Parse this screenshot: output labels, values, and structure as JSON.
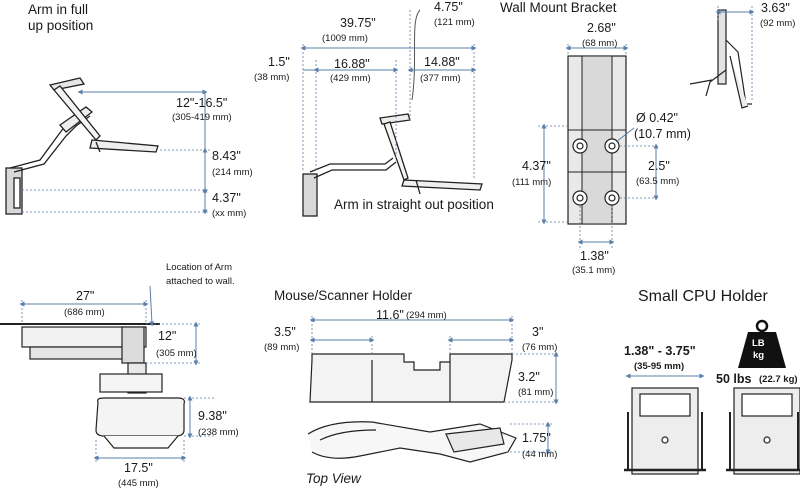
{
  "arm_up": {
    "title_line1": "Arm in full",
    "title_line2": "up position",
    "dim_reach": "12\"-16.5\"",
    "dim_reach_mm": "(305-419 mm)",
    "dim_height": "8.43\"",
    "dim_height_mm": "(214 mm)",
    "dim_base": "4.37\"",
    "dim_base_mm": "(xx mm)"
  },
  "arm_straight": {
    "caption": "Arm in straight out position",
    "dim_total": "39.75\"",
    "dim_total_mm": "(1009 mm)",
    "dim_offset": "1.5\"",
    "dim_offset_mm": "(38 mm)",
    "dim_first": "16.88\"",
    "dim_first_mm": "(429 mm)",
    "dim_top": "4.75\"",
    "dim_top_mm": "(121 mm)",
    "dim_second": "14.88\"",
    "dim_second_mm": "(377 mm)"
  },
  "wall_bracket": {
    "title": "Wall Mount Bracket",
    "dim_width": "2.68\"",
    "dim_width_mm": "(68 mm)",
    "dim_hole": "Ø 0.42\"",
    "dim_hole_mm": "(10.7 mm)",
    "dim_height": "4.37\"",
    "dim_height_mm": "(111 mm)",
    "dim_vspacing": "2.5\"",
    "dim_vspacing_mm": "(63.5 mm)",
    "dim_hspacing": "1.38\"",
    "dim_hspacing_mm": "(35.1 mm)"
  },
  "side_view": {
    "dim_depth": "3.63\"",
    "dim_depth_mm": "(92 mm)"
  },
  "top_view": {
    "note_line1": "Location of Arm",
    "note_line2": "attached to wall.",
    "dim_arm": "27\"",
    "dim_arm_mm": "(686 mm)",
    "dim_depth": "12\"",
    "dim_depth_mm": "(305 mm)",
    "dim_tray_depth": "9.38\"",
    "dim_tray_depth_mm": "(238 mm)",
    "dim_tray_width": "17.5\"",
    "dim_tray_width_mm": "(445 mm)"
  },
  "scanner_holder": {
    "title": "Mouse/Scanner Holder",
    "dim_total": "11.6\"",
    "dim_total_mm": "(294 mm)",
    "dim_left": "3.5\"",
    "dim_left_mm": "(89 mm)",
    "dim_right": "3\"",
    "dim_right_mm": "(76 mm)",
    "dim_height": "3.2\"",
    "dim_height_mm": "(81 mm)",
    "dim_depth": "1.75\"",
    "dim_depth_mm": "(44 mm)",
    "caption": "Top View"
  },
  "cpu_holder": {
    "title": "Small CPU Holder",
    "dim_range": "1.38\" - 3.75\"",
    "dim_range_mm": "(35-95 mm)",
    "weight_line1": "LB",
    "weight_line2": "kg",
    "capacity": "50 lbs",
    "capacity_kg": "(22.7 kg)"
  }
}
